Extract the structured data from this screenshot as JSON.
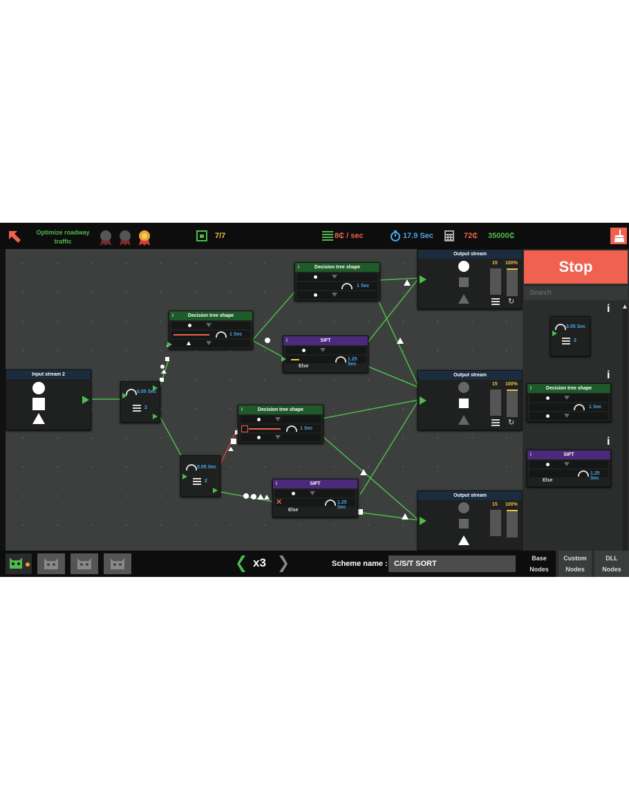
{
  "topbar": {
    "objective": "Optimize roadway traffic",
    "progress": "7/7",
    "income": "8₵ / sec",
    "time": "17.9 Sec",
    "cost": "72₵",
    "balance": "35000₵",
    "medals_earned": 1,
    "medals_total": 3
  },
  "side_panel": {
    "stop_label": "Stop",
    "search_placeholder": "Search",
    "palette": {
      "queue_speed": "0.05 Sec",
      "queue_count": "2",
      "dt_title": "Decision tree shape",
      "dt_speed": "1 Sec",
      "sift_title": "SIFT",
      "sift_speed": "1.25 Sec",
      "sift_else": "Else"
    },
    "tabs": [
      {
        "line1": "Base",
        "line2": "Nodes"
      },
      {
        "line1": "Custom",
        "line2": "Nodes"
      },
      {
        "line1": "DLL",
        "line2": "Nodes"
      }
    ]
  },
  "nodes": {
    "input": {
      "title": "Input stream 2"
    },
    "queue1": {
      "speed": "0.05 Sec",
      "count": "2"
    },
    "queue2": {
      "speed": "0.05 Sec",
      "count": "2"
    },
    "dt1": {
      "title": "Decision tree shape",
      "speed": "1 Sec"
    },
    "dt2": {
      "title": "Decision tree shape",
      "speed": "1 Sec"
    },
    "dt3": {
      "title": "Decision tree shape",
      "speed": "1 Sec"
    },
    "sift1": {
      "title": "SIFT",
      "speed": "1.25 Sec",
      "else": "Else"
    },
    "sift2": {
      "title": "SIFT",
      "speed": "1.25 Sec",
      "else": "Else"
    },
    "out1": {
      "title": "Output stream",
      "count": "15",
      "percent": "100%"
    },
    "out2": {
      "title": "Output stream",
      "count": "15",
      "percent": "100%"
    },
    "out3": {
      "title": "Output stream",
      "count": "15",
      "percent": "100%"
    }
  },
  "bottombar": {
    "speed_multiplier": "x3",
    "scheme_label": "Scheme name :",
    "scheme_name": "C/S/T SORT"
  },
  "colors": {
    "accent_green": "#4dbd4d",
    "stop_red": "#f0624f",
    "info_blue": "#4aa8e8",
    "gold": "#f0c040"
  }
}
